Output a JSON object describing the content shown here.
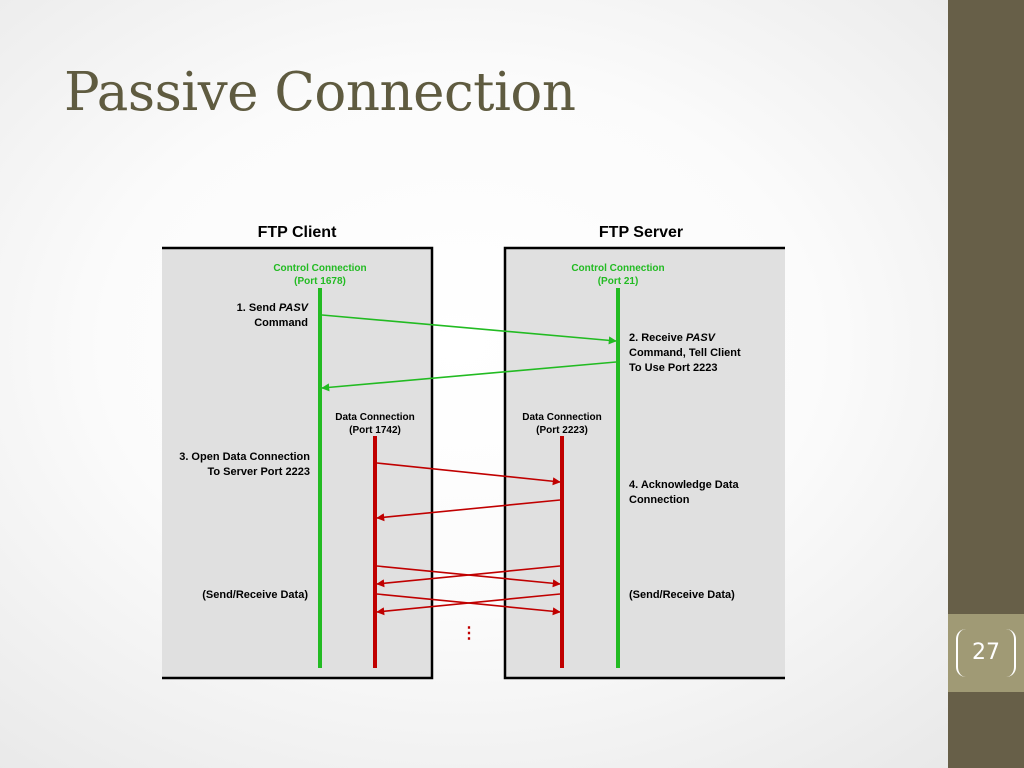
{
  "slide": {
    "title": "Passive Connection",
    "page_number": "27"
  },
  "diagram": {
    "client_header": "FTP Client",
    "server_header": "FTP Server",
    "client_control_connection": "Control Connection",
    "client_control_port": "(Port 1678)",
    "server_control_connection": "Control Connection",
    "server_control_port": "(Port 21)",
    "step1_prefix": "1. Send ",
    "step1_em": "PASV",
    "step1_line2": "Command",
    "step2_prefix": "2. Receive ",
    "step2_em": "PASV",
    "step2_line2": "Command, Tell Client",
    "step2_line3": "To Use Port 2223",
    "client_data_connection": "Data Connection",
    "client_data_port": "(Port 1742)",
    "server_data_connection": "Data Connection",
    "server_data_port": "(Port 2223)",
    "step3_line1": "3. Open Data Connection",
    "step3_line2": "To Server Port 2223",
    "step4_line1": "4. Acknowledge Data",
    "step4_line2": "Connection",
    "client_transfer": "(Send/Receive Data)",
    "server_transfer": "(Send/Receive Data)",
    "continuation": "⋮"
  },
  "colors": {
    "control": "#22bb22",
    "data": "#c00000",
    "panel": "#e0e0e0",
    "title": "#5f5b40",
    "sidebar": "#675f48",
    "page_box": "#a09a75"
  }
}
